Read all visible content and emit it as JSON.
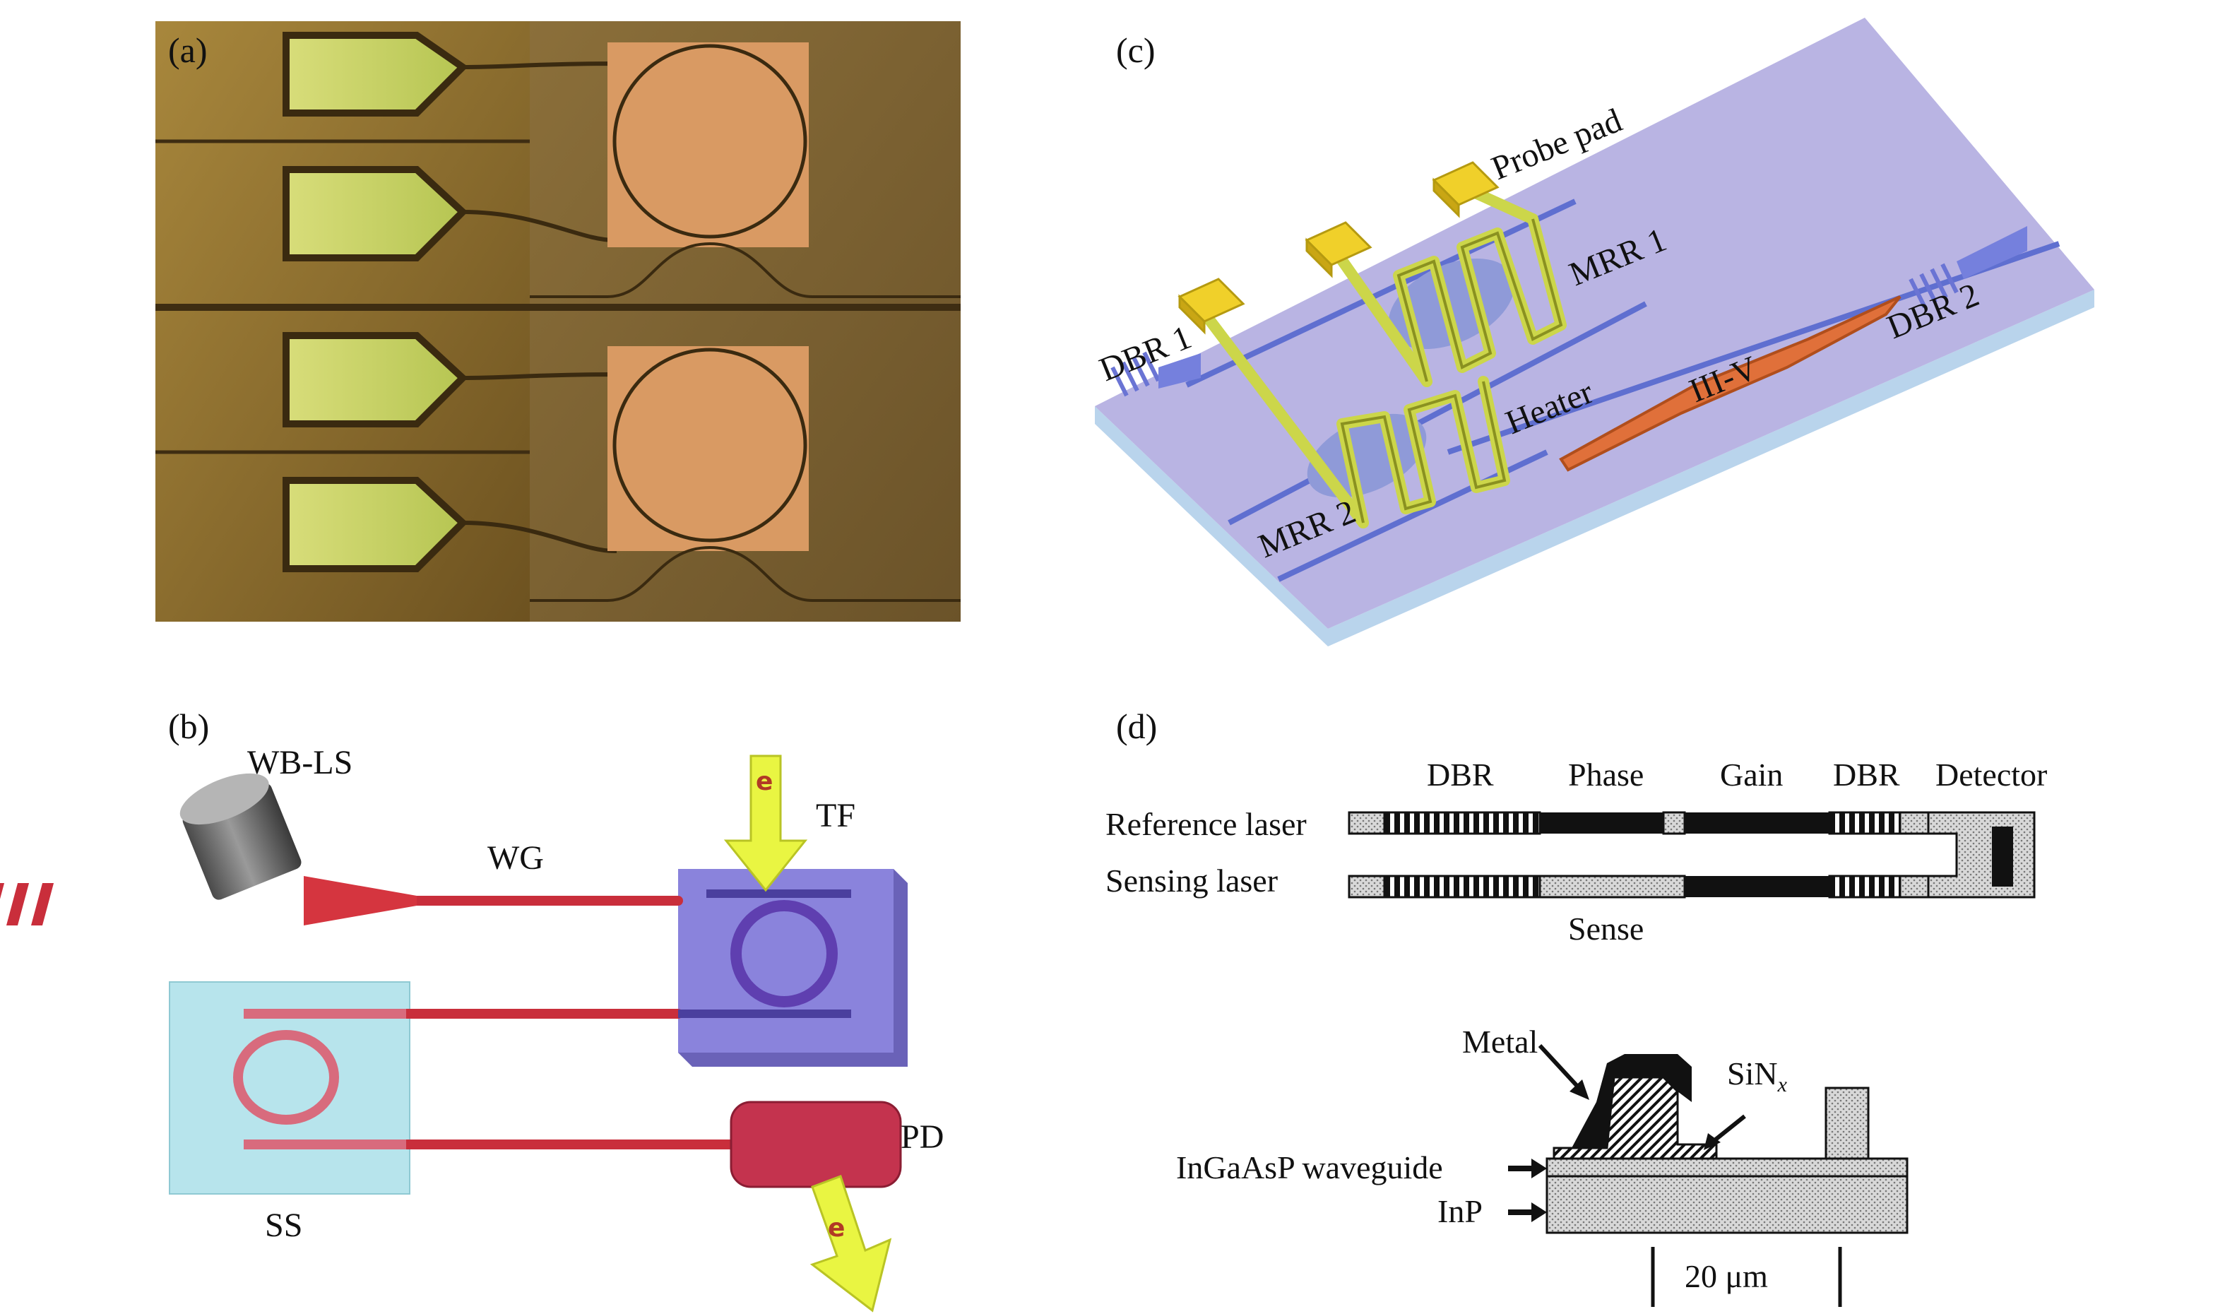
{
  "panels": {
    "a": {
      "label": "(a)"
    },
    "b": {
      "label": "(b)",
      "light_source": "WB-LS",
      "waveguide": "WG",
      "filter": "TF",
      "sensor": "SS",
      "detector": "PD",
      "electron_in": "e",
      "electron_out": "e"
    },
    "c": {
      "label": "(c)",
      "probe_pad": "Probe pad",
      "mrr1": "MRR 1",
      "mrr2": "MRR 2",
      "dbr1": "DBR 1",
      "dbr2": "DBR 2",
      "heater": "Heater",
      "gain": "III-V"
    },
    "d": {
      "label": "(d)",
      "sections": {
        "dbr_left": "DBR",
        "phase": "Phase",
        "gain": "Gain",
        "dbr_right": "DBR",
        "detector": "Detector"
      },
      "reference_laser": "Reference laser",
      "sensing_laser": "Sensing laser",
      "sense": "Sense",
      "metal": "Metal",
      "sinx_base": "SiN",
      "sinx_sub": "x",
      "ingaasp": "InGaAsP waveguide",
      "inp": "InP",
      "scale": "20 μm"
    }
  }
}
